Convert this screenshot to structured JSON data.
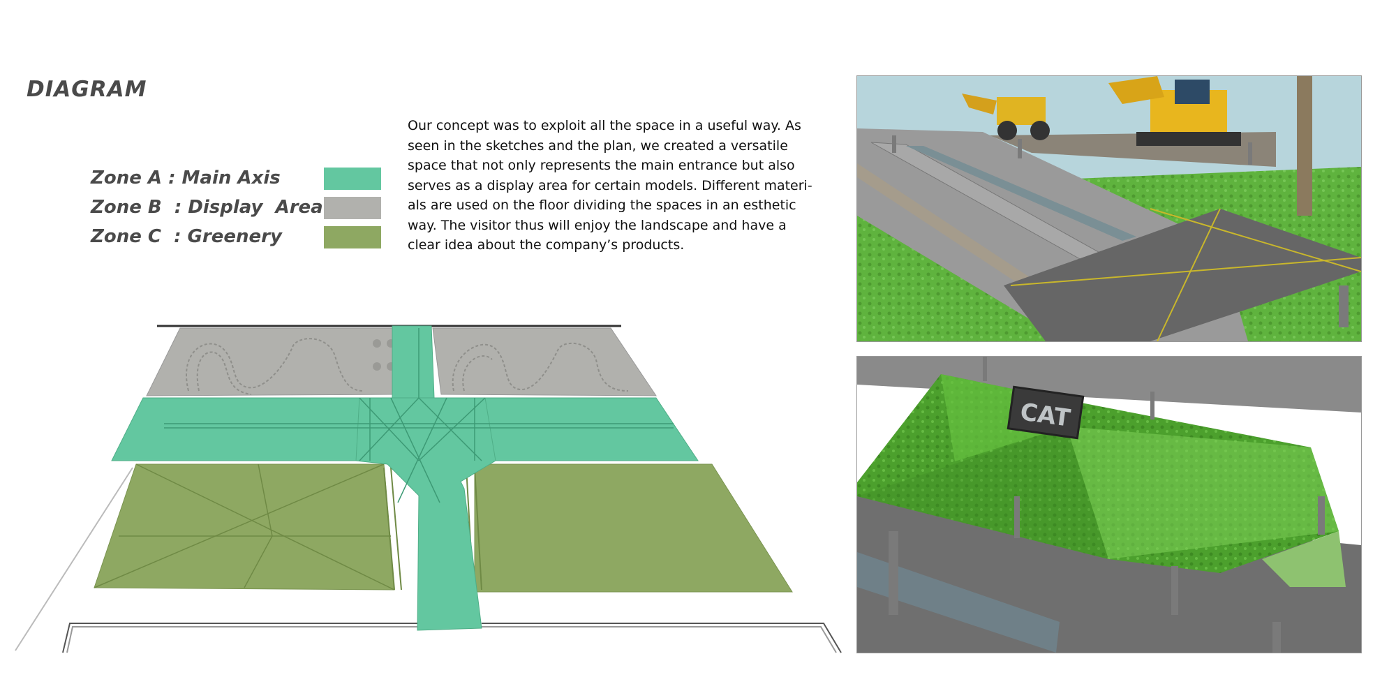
{
  "title": "DIAGRAM",
  "legend": [
    {
      "label": "Zone A : Main Axis",
      "color": "#63c7a0"
    },
    {
      "label": "Zone B  : Display  Area",
      "color": "#b1b1ad"
    },
    {
      "label": "Zone C  : Greenery",
      "color": "#8ea862"
    }
  ],
  "description": {
    "lines": [
      "Our concept was to exploit all the space in a useful way. As",
      "seen in the sketches and the plan, we created a versatile",
      "space that not only represents the main entrance but also",
      "serves as a display area for certain models. Different materi-",
      "als are used on the floor dividing the spaces in an esthetic",
      "way. The visitor thus will enjoy the landscape and have a",
      "clear idea about the company’s products."
    ]
  },
  "renders": {
    "sign_text": "CAT"
  }
}
